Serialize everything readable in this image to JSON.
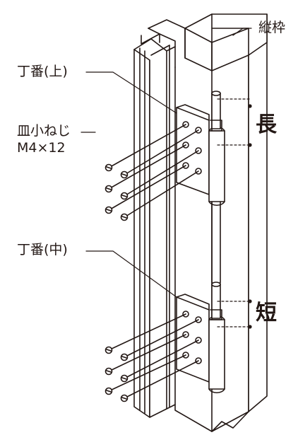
{
  "labels": {
    "frame": "縦枠",
    "hinge_upper": "丁番(上)",
    "screw_line1": "皿小ねじ",
    "screw_line2": "M4×12",
    "hinge_middle": "丁番(中)",
    "long": "長",
    "short": "短"
  },
  "colors": {
    "line": "#231815",
    "fill": "#ffffff"
  }
}
